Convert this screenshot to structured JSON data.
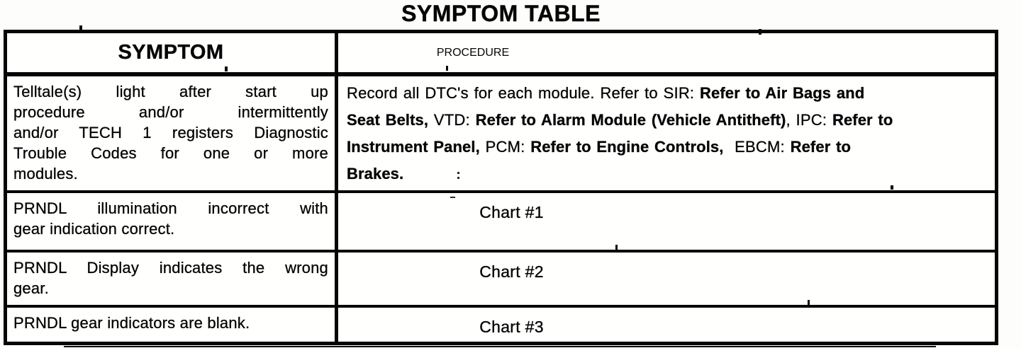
{
  "title": "SYMPTOM TABLE",
  "table": {
    "header": {
      "symptom": "SYMPTOM",
      "procedure": "PROCEDURE"
    },
    "rows": [
      {
        "symptom_lines": [
          "Telltale(s) light after start up",
          "procedure and/or intermittently",
          "and/or TECH 1 registers Diagnostic",
          "Trouble Codes for one or more",
          "modules."
        ],
        "procedure_lines": [
          [
            {
              "t": "Record all DTC's for each module. Refer to SIR: ",
              "b": false
            },
            {
              "t": "Refer to Air Bags and",
              "b": true
            }
          ],
          [
            {
              "t": "Seat Belts,",
              "b": true
            },
            {
              "t": " VTD: ",
              "b": false
            },
            {
              "t": "Refer to Alarm Module (Vehicle Antitheft)",
              "b": true
            },
            {
              "t": ", IPC: ",
              "b": false
            },
            {
              "t": "Refer to",
              "b": true
            }
          ],
          [
            {
              "t": "Instrument Panel,",
              "b": true
            },
            {
              "t": " PCM: ",
              "b": false
            },
            {
              "t": "Refer to Engine Controls,",
              "b": true
            },
            {
              "t": "  EBCM: ",
              "b": false
            },
            {
              "t": "Refer to",
              "b": true
            }
          ],
          [
            {
              "t": "Brakes.",
              "b": true
            }
          ]
        ]
      },
      {
        "symptom_lines": [
          "PRNDL illumination incorrect with",
          "gear indication correct."
        ],
        "procedure_chart": "Chart #1"
      },
      {
        "symptom_lines": [
          "PRNDL Display indicates the wrong",
          "gear."
        ],
        "procedure_chart": "Chart #2"
      },
      {
        "symptom_lines": [
          "PRNDL gear indicators are blank."
        ],
        "procedure_chart": "Chart #3"
      }
    ]
  }
}
